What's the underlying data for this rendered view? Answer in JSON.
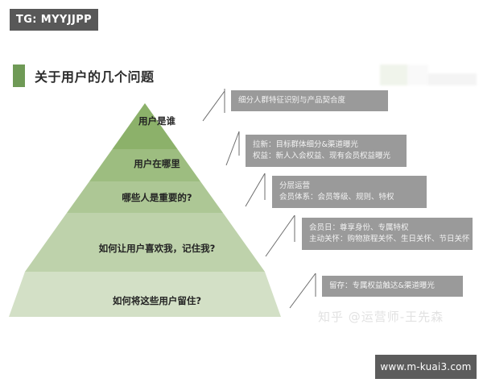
{
  "badge": {
    "text": "TG: MYYJJPP"
  },
  "title": {
    "text": "关于用户的几个问题"
  },
  "colors": {
    "badge_bg": "#585858",
    "title_marker": "#6f9a56",
    "note_bg": "#9a9a9a",
    "url_bg": "#5c5c5c",
    "tier_1": "#8cb16a",
    "tier_2": "#9dbd80",
    "tier_3": "#adc795",
    "tier_4": "#bed2ab",
    "tier_5": "#d3e0c6",
    "leader_line": "#6d6d6d"
  },
  "pyramid": {
    "tiers": [
      {
        "label": "用户是谁"
      },
      {
        "label": "用户在哪里"
      },
      {
        "label": "哪些人是重要的?"
      },
      {
        "label": "如何让用户喜欢我，记住我?"
      },
      {
        "label": "如何将这些用户留住?"
      }
    ]
  },
  "notes": [
    {
      "lines": [
        "细分人群特征识别与产品契合度"
      ]
    },
    {
      "lines": [
        "拉新：目标群体细分&渠道曝光",
        "权益：新人入会权益、现有会员权益曝光"
      ]
    },
    {
      "lines": [
        "分层运营",
        "会员体系：会员等级、规则、特权"
      ]
    },
    {
      "lines": [
        "会员日：尊享身份、专属特权",
        "主动关怀：购物旅程关怀、生日关怀、节日关怀"
      ]
    },
    {
      "lines": [
        "留存：专属权益触达&渠道曝光"
      ]
    }
  ],
  "watermark": {
    "text": "知乎 @运营师-王先森"
  },
  "url": {
    "text": "www.m-kuai3.com"
  }
}
